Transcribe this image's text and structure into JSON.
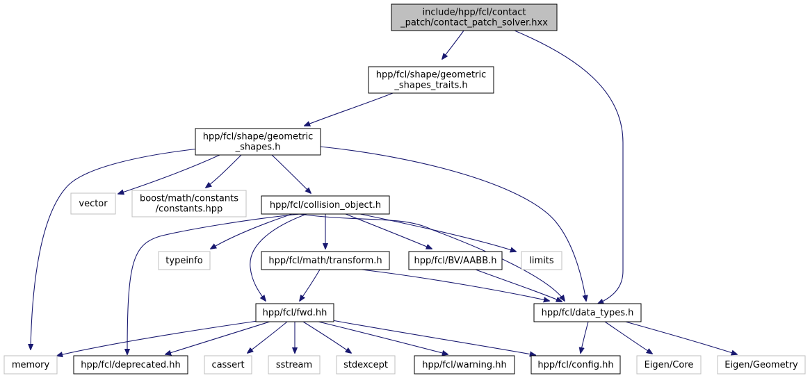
{
  "diagram": {
    "title": "include/hpp/fcl/contact_patch/contact_patch_solver.hxx",
    "colors": {
      "edge": "#191970",
      "root_fill": "#bfbfbf",
      "root_border": "#000000",
      "internal_border": "#000000",
      "external_border": "#bfbfbf",
      "text": "#000000"
    },
    "nodes": [
      {
        "id": "root",
        "kind": "root",
        "lines": [
          "include/hpp/fcl/contact",
          "_patch/contact_patch_solver.hxx"
        ]
      },
      {
        "id": "traits",
        "kind": "internal",
        "lines": [
          "hpp/fcl/shape/geometric",
          "_shapes_traits.h"
        ]
      },
      {
        "id": "shapes",
        "kind": "internal",
        "lines": [
          "hpp/fcl/shape/geometric",
          "_shapes.h"
        ]
      },
      {
        "id": "vector",
        "kind": "external",
        "lines": [
          "vector"
        ]
      },
      {
        "id": "boost",
        "kind": "external",
        "lines": [
          "boost/math/constants",
          "/constants.hpp"
        ]
      },
      {
        "id": "collision",
        "kind": "internal",
        "lines": [
          "hpp/fcl/collision_object.h"
        ]
      },
      {
        "id": "typeinfo",
        "kind": "external",
        "lines": [
          "typeinfo"
        ]
      },
      {
        "id": "transform",
        "kind": "internal",
        "lines": [
          "hpp/fcl/math/transform.h"
        ]
      },
      {
        "id": "aabb",
        "kind": "internal",
        "lines": [
          "hpp/fcl/BV/AABB.h"
        ]
      },
      {
        "id": "limits",
        "kind": "external",
        "lines": [
          "limits"
        ]
      },
      {
        "id": "fwd",
        "kind": "internal",
        "lines": [
          "hpp/fcl/fwd.hh"
        ]
      },
      {
        "id": "datatypes",
        "kind": "internal",
        "lines": [
          "hpp/fcl/data_types.h"
        ]
      },
      {
        "id": "memory",
        "kind": "external",
        "lines": [
          "memory"
        ]
      },
      {
        "id": "deprecated",
        "kind": "internal",
        "lines": [
          "hpp/fcl/deprecated.hh"
        ]
      },
      {
        "id": "cassert",
        "kind": "external",
        "lines": [
          "cassert"
        ]
      },
      {
        "id": "sstream",
        "kind": "external",
        "lines": [
          "sstream"
        ]
      },
      {
        "id": "stdexcept",
        "kind": "external",
        "lines": [
          "stdexcept"
        ]
      },
      {
        "id": "warning",
        "kind": "internal",
        "lines": [
          "hpp/fcl/warning.hh"
        ]
      },
      {
        "id": "config",
        "kind": "internal",
        "lines": [
          "hpp/fcl/config.hh"
        ]
      },
      {
        "id": "eigencore",
        "kind": "external",
        "lines": [
          "Eigen/Core"
        ]
      },
      {
        "id": "eigengeom",
        "kind": "external",
        "lines": [
          "Eigen/Geometry"
        ]
      }
    ],
    "edges": [
      [
        "root",
        "traits"
      ],
      [
        "root",
        "datatypes"
      ],
      [
        "traits",
        "shapes"
      ],
      [
        "shapes",
        "memory"
      ],
      [
        "shapes",
        "vector"
      ],
      [
        "shapes",
        "boost"
      ],
      [
        "shapes",
        "collision"
      ],
      [
        "shapes",
        "datatypes"
      ],
      [
        "collision",
        "deprecated"
      ],
      [
        "collision",
        "typeinfo"
      ],
      [
        "collision",
        "fwd"
      ],
      [
        "collision",
        "transform"
      ],
      [
        "collision",
        "aabb"
      ],
      [
        "collision",
        "limits"
      ],
      [
        "collision",
        "datatypes"
      ],
      [
        "transform",
        "fwd"
      ],
      [
        "transform",
        "datatypes"
      ],
      [
        "aabb",
        "datatypes"
      ],
      [
        "fwd",
        "memory"
      ],
      [
        "fwd",
        "deprecated"
      ],
      [
        "fwd",
        "cassert"
      ],
      [
        "fwd",
        "sstream"
      ],
      [
        "fwd",
        "stdexcept"
      ],
      [
        "fwd",
        "warning"
      ],
      [
        "fwd",
        "config"
      ],
      [
        "datatypes",
        "config"
      ],
      [
        "datatypes",
        "eigencore"
      ],
      [
        "datatypes",
        "eigengeom"
      ]
    ]
  }
}
